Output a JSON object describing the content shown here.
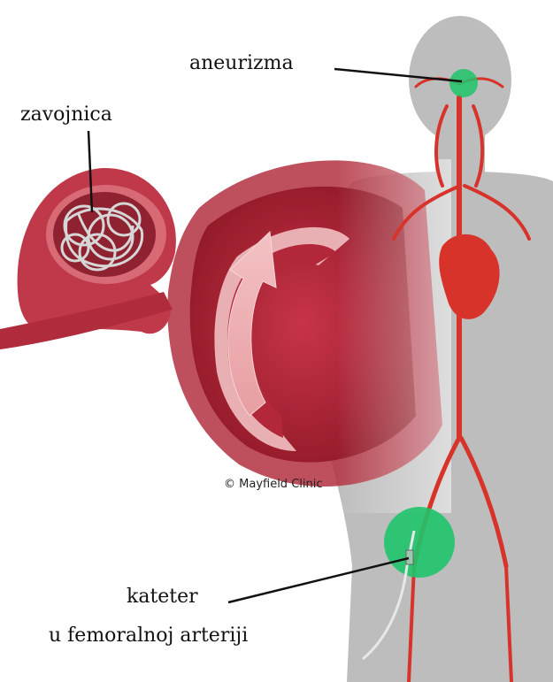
{
  "labels": {
    "aneurysm": "aneurizma",
    "coil": "zavojnica",
    "catheter_line1": "kateter",
    "catheter_line2": "u femoralnoj arteriji"
  },
  "copyright": "© Mayfield Clinic",
  "colors": {
    "silhouette": "#bdbdbd",
    "artery": "#d8332b",
    "vessel_wall": "#a8202c",
    "highlight_green": "#1fc46a",
    "coil_grey": "#cfcfcf"
  }
}
